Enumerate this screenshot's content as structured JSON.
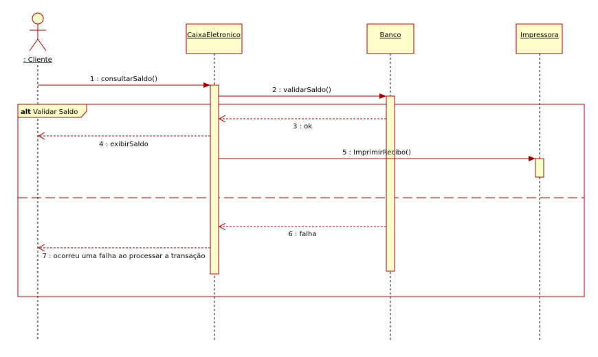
{
  "actor": {
    "name": ": Cliente"
  },
  "lifelines": [
    {
      "name": "CaixaEletronico"
    },
    {
      "name": "Banco"
    },
    {
      "name": "Impressora"
    }
  ],
  "fragment": {
    "operator": "alt",
    "guard": "Validar Saldo"
  },
  "messages": [
    {
      "label": "1 : consultarSaldo()"
    },
    {
      "label": "2 : validarSaldo()"
    },
    {
      "label": "3 : ok"
    },
    {
      "label": "4 : exibirSaldo"
    },
    {
      "label": "5 : ImprimirRecibo()"
    },
    {
      "label": "6 : falha"
    },
    {
      "label": "7 : ocorreu uma falha ao processar a transação"
    }
  ],
  "colors": {
    "border": "#990000",
    "fill": "#ffffcc",
    "line": "#000000"
  }
}
